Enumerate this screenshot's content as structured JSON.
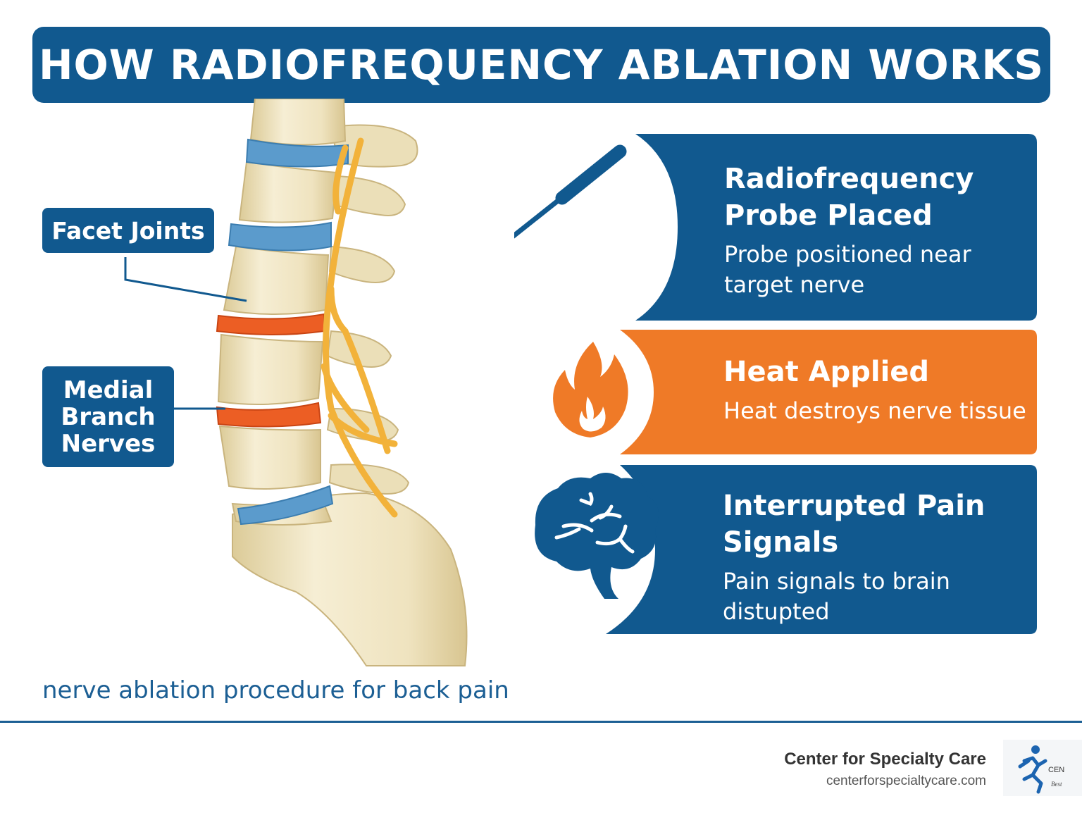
{
  "title": "HOW RADIOFREQUENCY ABLATION WORKS",
  "labels": {
    "facet_joints": "Facet Joints",
    "medial_line1": "Medial",
    "medial_line2": "Branch",
    "medial_line3": "Nerves"
  },
  "steps": [
    {
      "title": "Radiofrequency Probe Placed",
      "description": "Probe positioned near target nerve",
      "icon": "probe-icon",
      "color": "#11598f"
    },
    {
      "title": "Heat Applied",
      "description": "Heat destroys nerve tissue",
      "icon": "flame-icon",
      "color": "#ef7a27"
    },
    {
      "title": "Interrupted Pain Signals",
      "description": "Pain signals to brain distupted",
      "icon": "brain-icon",
      "color": "#11598f"
    }
  ],
  "caption": "nerve ablation procedure for back pain",
  "footer": {
    "name": "Center for Specialty Care",
    "url": "centerforspecialtycare.com",
    "logo_text": "CEN",
    "logo_subtext": "Best"
  },
  "colors": {
    "primary_blue": "#11598f",
    "accent_orange": "#ef7a27",
    "bone": "#efe4c2",
    "disc_blue": "#5b9bcc",
    "disc_orange": "#ec5e24",
    "nerve": "#f2b23a"
  }
}
